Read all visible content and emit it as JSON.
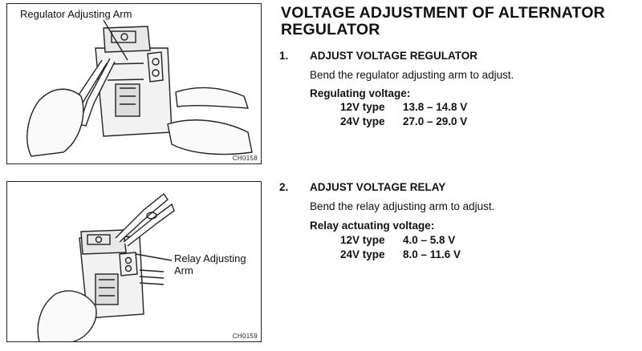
{
  "title": "VOLTAGE ADJUSTMENT OF ALTERNATOR REGULATOR",
  "figures": [
    {
      "callout": "Regulator Adjusting Arm",
      "code": "CH0158"
    },
    {
      "callout_line1": "Relay Adjusting",
      "callout_line2": "Arm",
      "code": "CH0159"
    }
  ],
  "steps": [
    {
      "number": "1.",
      "heading": "ADJUST VOLTAGE REGULATOR",
      "instruction": "Bend the regulator adjusting arm to adjust.",
      "spec_label": "Regulating voltage:",
      "specs": [
        {
          "type": "12V type",
          "value": "13.8 – 14.8 V"
        },
        {
          "type": "24V type",
          "value": "27.0 – 29.0 V"
        }
      ]
    },
    {
      "number": "2.",
      "heading": "ADJUST VOLTAGE RELAY",
      "instruction": "Bend the relay adjusting arm to adjust.",
      "spec_label": "Relay actuating voltage:",
      "specs": [
        {
          "type": "12V type",
          "value": "4.0 – 5.8 V"
        },
        {
          "type": "24V type",
          "value": "8.0 – 11.6 V"
        }
      ]
    }
  ]
}
